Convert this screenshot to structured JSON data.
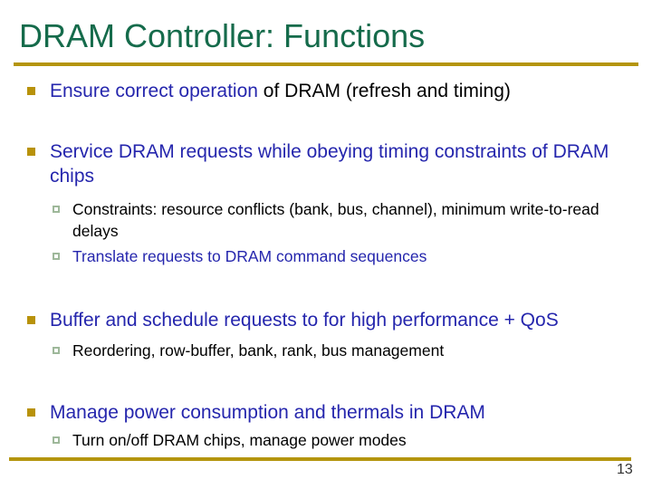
{
  "slide": {
    "title": "DRAM Controller: Functions",
    "page_number": "13",
    "colors": {
      "title_green": "#156b4b",
      "rule_gold": "#b4950e",
      "bullet_gold": "#b8920a",
      "sub_bullet_green": "#9eb89a",
      "text_blue": "#2526ad",
      "text_black": "#000000",
      "page_gray": "#333333"
    },
    "content": {
      "bullet1": {
        "emphasis": "Ensure correct operation",
        "rest": " of DRAM (refresh and timing)"
      },
      "bullet2": {
        "text": "Service DRAM requests while obeying timing constraints of DRAM chips",
        "sub1": "Constraints: resource conflicts (bank, bus, channel), minimum write-to-read delays",
        "sub2": "Translate requests to DRAM command sequences"
      },
      "bullet3": {
        "text": "Buffer and schedule requests to for high performance + QoS",
        "sub1": "Reordering, row-buffer, bank, rank, bus management"
      },
      "bullet4": {
        "text": "Manage power consumption and thermals in DRAM",
        "sub1": "Turn on/off DRAM chips, manage power modes"
      }
    }
  }
}
